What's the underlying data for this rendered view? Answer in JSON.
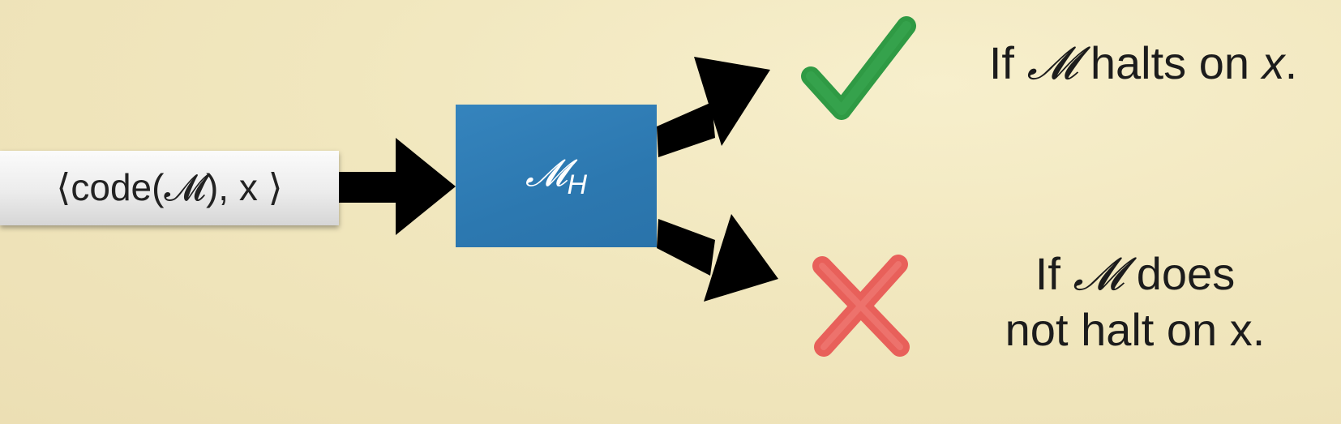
{
  "diagram": {
    "input": {
      "text": "⟨code(𝓜), x ⟩"
    },
    "machine": {
      "symbol": "𝓜",
      "subscript": "H",
      "color": "#2f7fb8"
    },
    "outcomes": {
      "halts": {
        "prefix": "If ",
        "machine_symbol": "𝓜",
        "middle": " halts on ",
        "variable": "x",
        "suffix": ".",
        "icon": "checkmark-icon",
        "icon_color": "#2f9a44"
      },
      "does_not_halt": {
        "line1_prefix": "If ",
        "machine_symbol": "𝓜",
        "line1_suffix": " does",
        "line2": "not halt on x.",
        "icon": "cross-icon",
        "icon_color": "#e8605a"
      }
    }
  }
}
